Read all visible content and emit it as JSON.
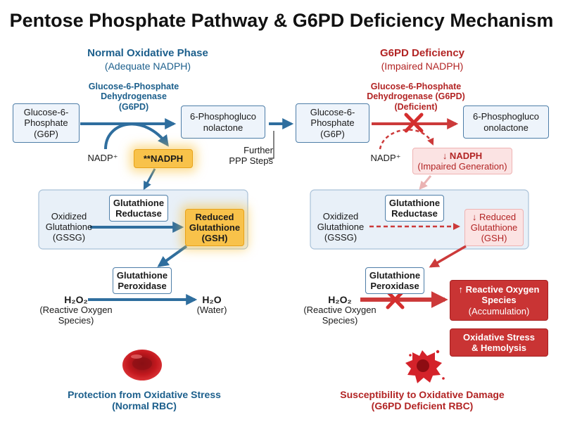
{
  "title": "Pentose Phosphate Pathway & G6PD Deficiency Mechanism",
  "normal": {
    "heading": "Normal Oxidative Phase",
    "subheading": "(Adequate NADPH)",
    "enzyme_line1": "Glucose-6-Phosphate",
    "enzyme_line2": "Dehydrogenase",
    "enzyme_line3": "(G6PD)",
    "g6p_line1": "Glucose-6-",
    "g6p_line2": "Phosphate",
    "g6p_line3": "(G6P)",
    "product_line1": "6-Phosphogluco",
    "product_line2": "nolactone",
    "nadp": "NADP⁺",
    "nadph": "**NADPH",
    "further_line1": "Further",
    "further_line2": "PPP Steps",
    "gr_line1": "Glutathione",
    "gr_line2": "Reductase",
    "gssg_line1": "Oxidized",
    "gssg_line2": "Glutathione",
    "gssg_line3": "(GSSG)",
    "gsh_line1": "Reduced",
    "gsh_line2": "Glutathione",
    "gsh_line3": "(GSH)",
    "gpx_line1": "Glutathione",
    "gpx_line2": "Peroxidase",
    "h2o2": "H₂O₂",
    "ros_line1": "(Reactive Oxygen",
    "ros_line2": "Species)",
    "h2o": "H₂O",
    "water": "(Water)",
    "footer_line1": "Protection from Oxidative Stress",
    "footer_line2": "(Normal RBC)"
  },
  "deficient": {
    "heading": "G6PD Deficiency",
    "subheading": "(Impaired NADPH)",
    "enzyme_line1": "Glucose-6-Phosphate",
    "enzyme_line2": "Dehydrogenase (G6PD)",
    "enzyme_line3": "(Deficient)",
    "g6p_line1": "Glucose-6-",
    "g6p_line2": "Phosphate",
    "g6p_line3": "(G6P)",
    "product_line1": "6-Phosphogluco",
    "product_line2": "onolactone",
    "nadp": "NADP⁺",
    "nadph_line1": "↓ NADPH",
    "nadph_line2": "(Impaired Generation)",
    "gr_line1": "Glutathione",
    "gr_line2": "Reductase",
    "gssg_line1": "Oxidized",
    "gssg_line2": "Glutathione",
    "gssg_line3": "(GSSG)",
    "gsh_line1": "↓ Reduced",
    "gsh_line2": "Glutathione",
    "gsh_line3": "(GSH)",
    "gpx_line1": "Glutathione",
    "gpx_line2": "Peroxidase",
    "h2o2": "H₂O₂",
    "ros_line1": "(Reactive Oxygen",
    "ros_line2": "Species)",
    "ros_acc_line1": "↑ Reactive Oxygen",
    "ros_acc_line2": "Species",
    "ros_acc_line3": "(Accumulation)",
    "stress_line1": "Oxidative Stress",
    "stress_line2": "& Hemolysis",
    "footer_line1": "Susceptibility to Oxidative Damage",
    "footer_line2": "(G6PD Deficient RBC)"
  },
  "colors": {
    "normal_accent": "#1c5f8c",
    "deficient_accent": "#b22424",
    "nadph_gold": "#f8c24a",
    "alert_red": "#c93434"
  }
}
